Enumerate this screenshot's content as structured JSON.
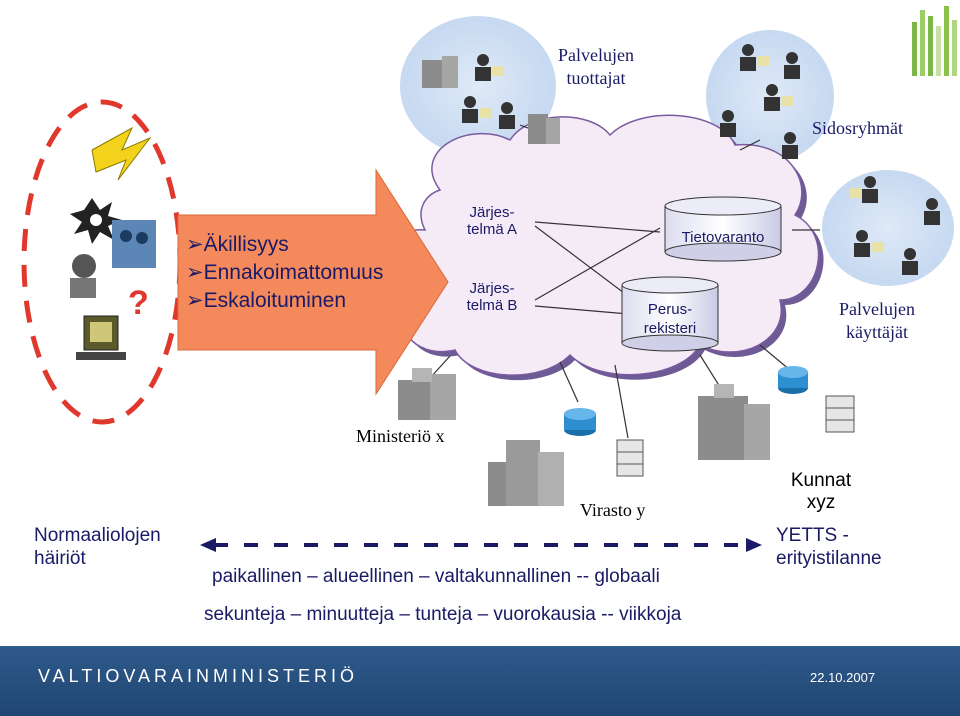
{
  "question_mark": "?",
  "risk_list": [
    "➢Äkillisyys",
    "➢Ennakoimattomuus",
    "➢Eskaloituminen"
  ],
  "systems": {
    "a_line1": "Järjes-",
    "a_line2": "telmä A",
    "b_line1": "Järjes-",
    "b_line2": "telmä B",
    "tietovaranto": "Tietovaranto",
    "perus_line1": "Perus-",
    "perus_line2": "rekisteri"
  },
  "groups": {
    "tuottajat_line1": "Palvelujen",
    "tuottajat_line2": "tuottajat",
    "sidosryhmat": "Sidosryhmät",
    "kayttajat_line1": "Palvelujen",
    "kayttajat_line2": "käyttäjät"
  },
  "labels": {
    "ministerio": "Ministeriö x",
    "virasto": "Virasto y",
    "kunnat_line1": "Kunnat",
    "kunnat_line2": "xyz",
    "normaali_line1": "Normaaliolojen",
    "normaali_line2": "häiriöt",
    "yetts_line1": "YETTS -",
    "yetts_line2": "erityistilanne",
    "scale_space": "paikallinen – alueellinen – valtakunnallinen -- globaali",
    "scale_time": "sekunteja – minuutteja – tunteja – vuorokausia -- viikkoja"
  },
  "footer": {
    "brand": "VALTIOVARAINMINISTERIÖ",
    "date": "22.10.2007"
  },
  "colors": {
    "arrow": "#f4895c",
    "cloud": "#f3e8f6",
    "cloud_stroke": "#7a5aa0",
    "dash_red": "#e0382c",
    "navy": "#1a1a66",
    "footer": "#244d7c"
  }
}
